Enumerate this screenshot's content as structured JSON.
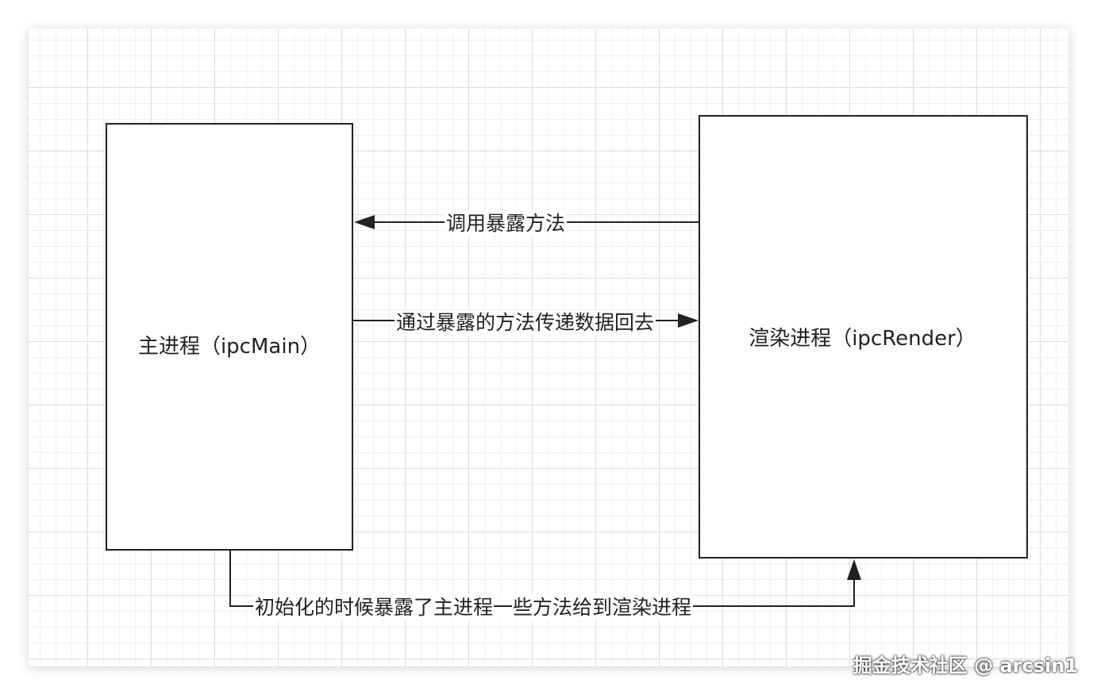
{
  "diagram": {
    "nodes": {
      "main": {
        "label": "主进程（ipcMain）"
      },
      "render": {
        "label": "渲染进程（ipcRender）"
      }
    },
    "edges": {
      "call": {
        "label": "调用暴露方法",
        "from": "render",
        "to": "main"
      },
      "return": {
        "label": "通过暴露的方法传递数据回去",
        "from": "main",
        "to": "render"
      },
      "init": {
        "label": "初始化的时候暴露了主进程一些方法给到渲染进程",
        "from": "main",
        "to": "render"
      }
    }
  },
  "watermark": {
    "text": "掘金技术社区 @ arcsin1"
  },
  "colors": {
    "stroke": "#222222",
    "grid": "#dcdcdc",
    "background": "#ffffff"
  }
}
